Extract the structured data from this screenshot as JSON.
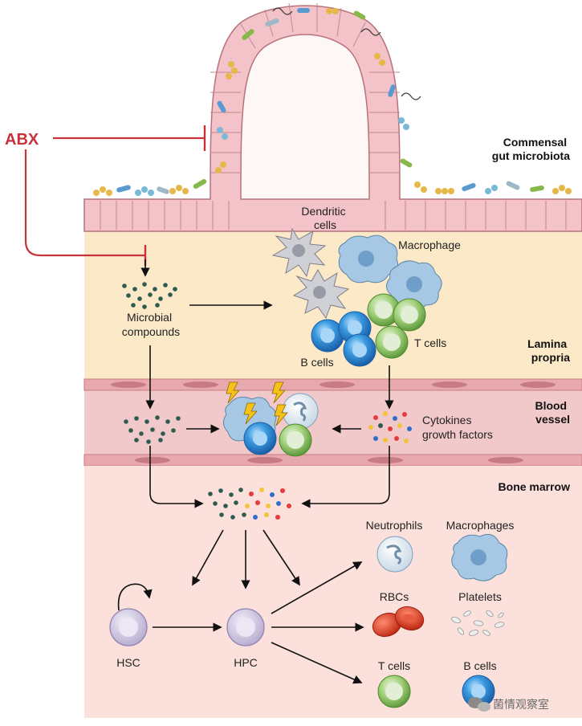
{
  "labels": {
    "abx": "ABX",
    "commensal": [
      "Commensal",
      "gut microbiota"
    ],
    "lamina": [
      "Lamina",
      "propria"
    ],
    "blood": [
      "Blood",
      "vessel"
    ],
    "marrow": "Bone marrow",
    "dendritic": [
      "Dendritic",
      "cells"
    ],
    "macrophage": "Macrophage",
    "microbial": [
      "Microbial",
      "compounds"
    ],
    "t_cells_lp": "T cells",
    "b_cells_lp": "B cells",
    "cytokines": [
      "Cytokines",
      "growth factors"
    ],
    "neutrophils": "Neutrophils",
    "macrophages": "Macrophages",
    "rbcs": "RBCs",
    "platelets": "Platelets",
    "t_cells_bm": "T cells",
    "b_cells_bm": "B cells",
    "hsc": "HSC",
    "hpc": "HPC",
    "watermark": "菌情观察室"
  },
  "colors": {
    "abx": "#c8323a",
    "lamina_bg": "#fbe9c8",
    "blood_bg": "#f2c9cb",
    "marrow_bg": "#fbe0db",
    "epithelium": "#f3c3c9",
    "b_cell": "#2f8fd8",
    "t_cell": "#8fc56b",
    "dendritic": "#c9c9cf",
    "macrophage": "#a7c8e4",
    "rbc": "#e0412b",
    "progenitor": "#cfc6df",
    "compound": "#2c5c4f"
  }
}
